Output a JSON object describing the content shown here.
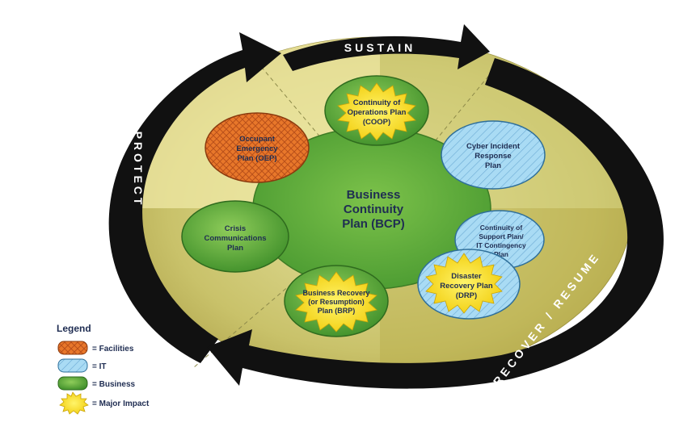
{
  "arrows": {
    "sustain": "SUSTAIN",
    "protect": "PROTECT",
    "recover_resume": "RECOVER / RESUME"
  },
  "center": {
    "line1": "Business",
    "line2": "Continuity",
    "line3": "Plan (BCP)"
  },
  "plans": {
    "coop": [
      "Continuity of",
      "Operations Plan",
      "(COOP)"
    ],
    "oep": [
      "Occupant",
      "Emergency",
      "Plan (OEP)"
    ],
    "cyber": [
      "Cyber Incident",
      "Response",
      "Plan"
    ],
    "crisis": [
      "Crisis",
      "Communications",
      "Plan"
    ],
    "support": [
      "Continuity of",
      "Support Plan/",
      "IT Contingency",
      "Plan"
    ],
    "drp": [
      "Disaster",
      "Recovery Plan",
      "(DRP)"
    ],
    "brp": [
      "Business Recovery",
      "(or Resumption)",
      "Plan (BRP)"
    ]
  },
  "legend": {
    "title": "Legend",
    "items": [
      {
        "label": "= Facilities",
        "kind": "facilities"
      },
      {
        "label": "= IT",
        "kind": "it"
      },
      {
        "label": "= Business",
        "kind": "business"
      },
      {
        "label": "= Major Impact",
        "kind": "impact"
      }
    ]
  },
  "colors": {
    "facilities": "#e8772a",
    "it": "#9fd3f0",
    "business": "#5fae3a",
    "impact": "#f6e21a",
    "ring": "#111111",
    "ellipse": "#c9c76e"
  }
}
